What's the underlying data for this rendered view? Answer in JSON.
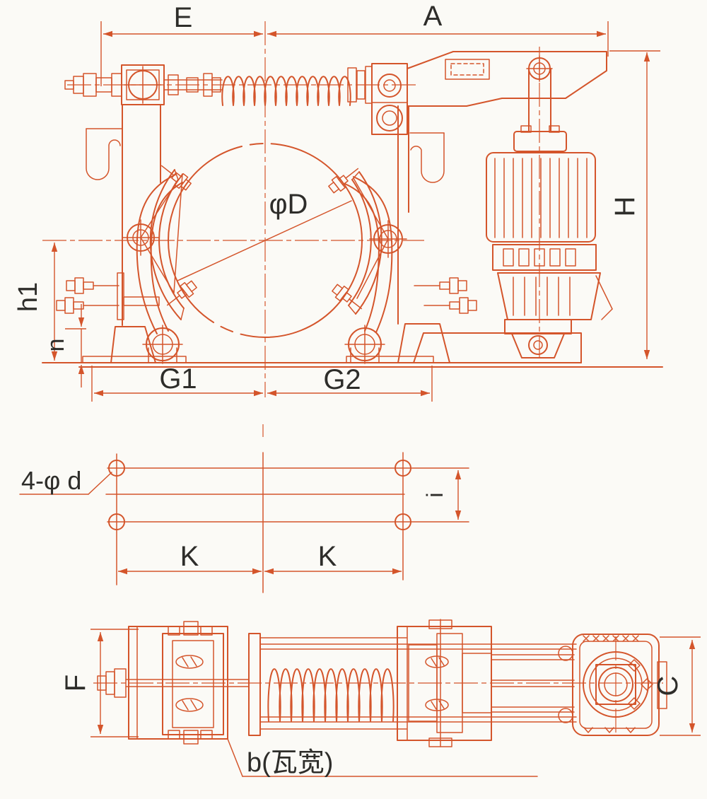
{
  "colors": {
    "line": "#d4552b",
    "label": "#2e2d2a",
    "background": "#fbfaf6"
  },
  "labels": {
    "e": "E",
    "a": "A",
    "h": "H",
    "h1": "h1",
    "n": "n",
    "g1": "G1",
    "g2": "G2",
    "drum_diameter": "φD",
    "mounting_holes": "4-φ d",
    "i": "i",
    "k1": "K",
    "k2": "K",
    "f": "F",
    "c": "C",
    "shoe_width": "b(瓦宽)"
  }
}
